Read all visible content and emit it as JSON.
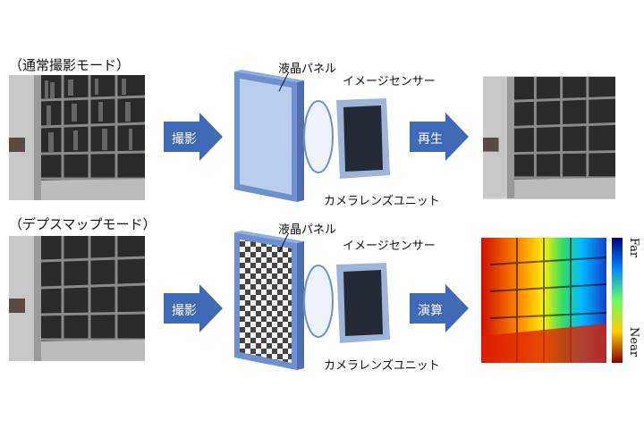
{
  "rows": [
    {
      "mode_label": "（通常撮影モード）",
      "capture_label": "撮影",
      "panel_label": "液晶パネル",
      "sensor_label": "イメージセンサー",
      "lens_label": "カメラレンズユニット",
      "output_label": "再生",
      "output_type": "photo",
      "panel_pattern": "clear"
    },
    {
      "mode_label": "（デプスマップモード）",
      "capture_label": "撮影",
      "panel_label": "液晶パネル",
      "sensor_label": "イメージセンサー",
      "lens_label": "カメラレンズユニット",
      "output_label": "演算",
      "output_type": "depth-map",
      "panel_pattern": "checkerboard"
    }
  ],
  "depth_scale": {
    "far_label": "Far",
    "near_label": "Near"
  },
  "colors": {
    "arrow": "#3e6ab8",
    "panel_face": "#b9cdf0",
    "panel_edge": "#6f8fcf",
    "sensor_dark": "#232a36",
    "lens": "#eef2fa"
  },
  "icons": [
    "arrow-right-icon",
    "lcd-panel-icon",
    "lens-icon",
    "image-sensor-icon"
  ]
}
